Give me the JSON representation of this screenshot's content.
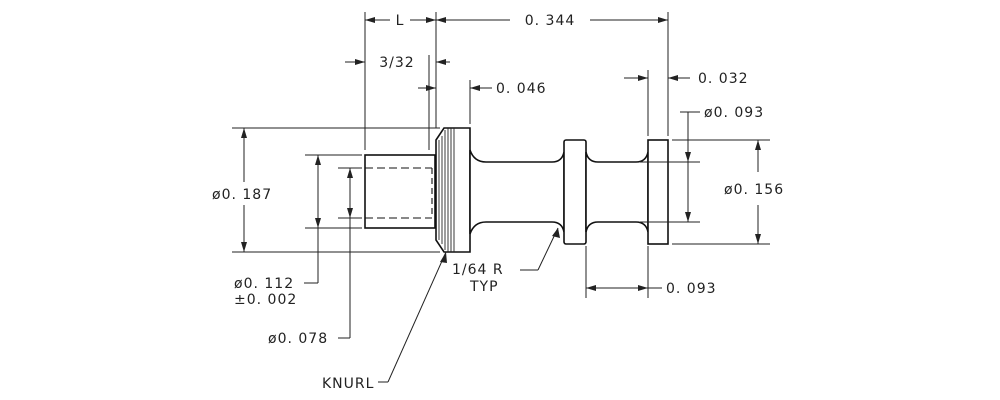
{
  "dimensions": {
    "length_l": "L",
    "overall_length": "0. 344",
    "knurl_width": "3/32",
    "head_thickness": "0. 046",
    "end_flange_thickness": "0. 032",
    "end_diameter": "ø0. 093",
    "head_diameter": "ø0. 187",
    "flange_diameter": "ø0. 156",
    "shank_diameter": "ø0. 112",
    "shank_tolerance": "±0. 002",
    "bore_diameter": "ø0. 078",
    "fillet_radius": "1/64 R",
    "fillet_typ": "TYP",
    "groove_length": "0. 093"
  },
  "notes": {
    "knurl": "KNURL"
  }
}
